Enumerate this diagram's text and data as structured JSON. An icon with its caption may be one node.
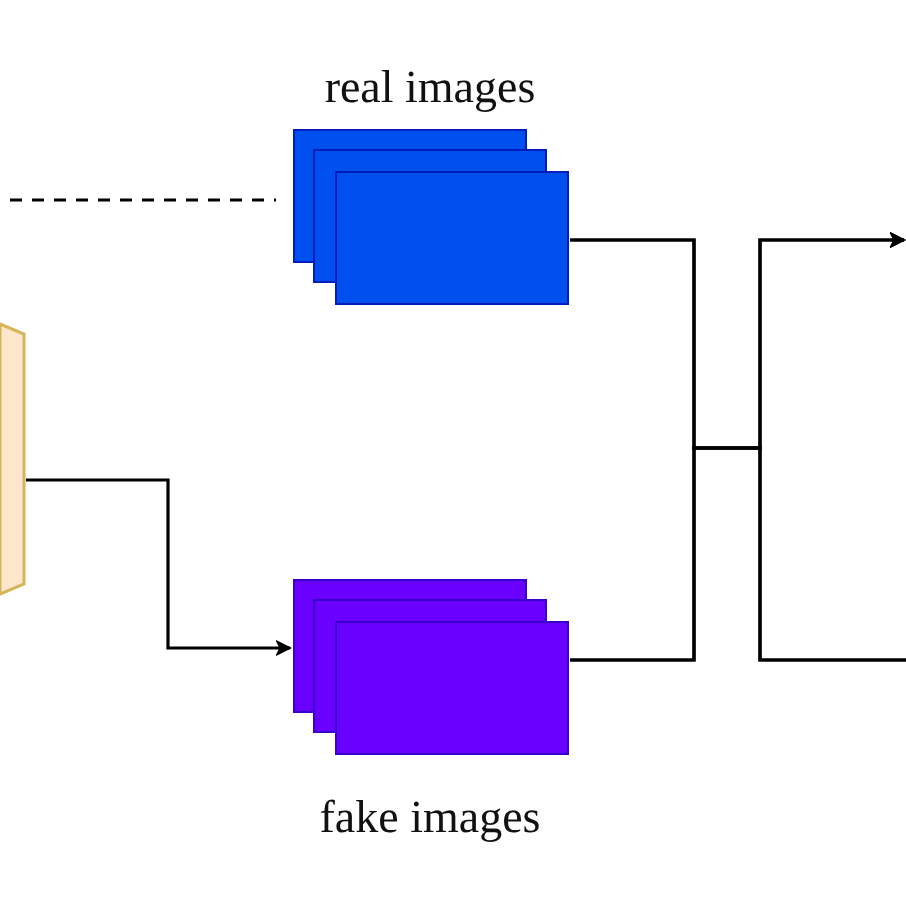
{
  "diagram": {
    "nodes": [
      {
        "text": [],
        "shape": "box"
      },
      {
        "text": [
          "real images"
        ]
      },
      {
        "text": [
          "fake images"
        ]
      }
    ],
    "edges": [
      {
        "from": null,
        "to": 1,
        "arrow": "none",
        "style": "dashed"
      },
      {
        "from": 0,
        "to": 2,
        "arrow": "to"
      },
      {
        "from": 1,
        "to": null,
        "arrow": "to"
      },
      {
        "from": 2,
        "to": null,
        "arrow": "to"
      },
      {
        "from": 1,
        "to": null,
        "arrow": "none"
      },
      {
        "from": 2,
        "to": null,
        "arrow": "none"
      }
    ]
  }
}
